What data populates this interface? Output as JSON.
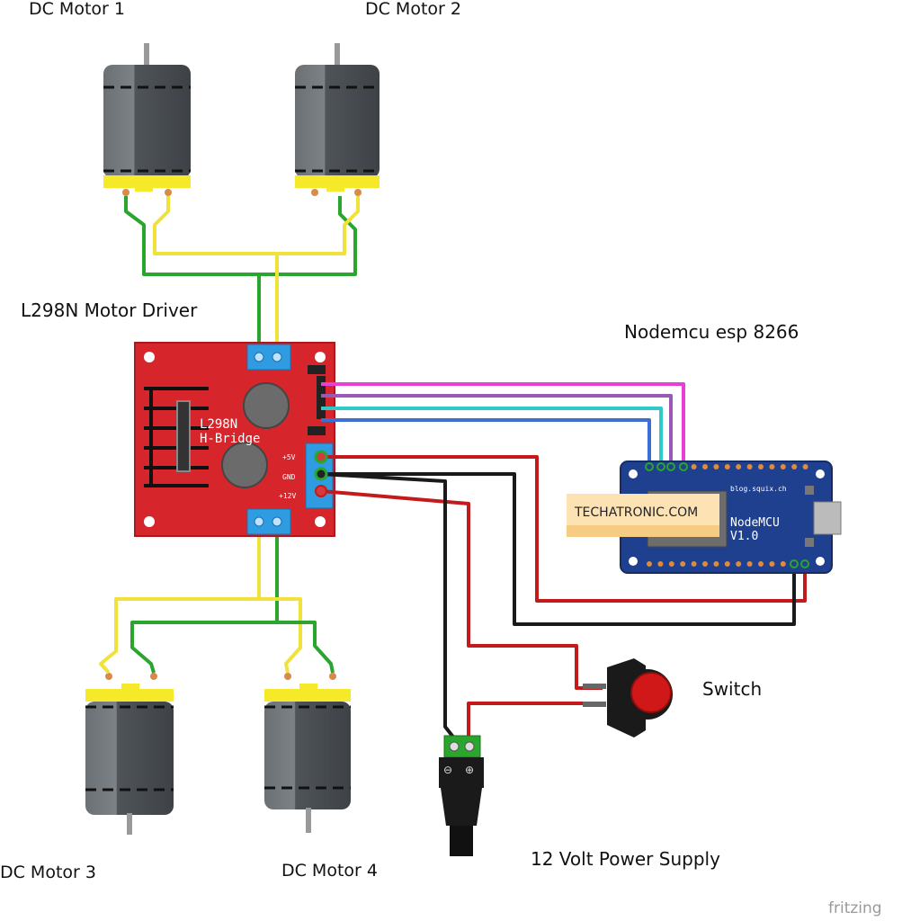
{
  "labels": {
    "motor1": "DC Motor 1",
    "motor2": "DC Motor 2",
    "motor3": "DC Motor 3",
    "motor4": "DC Motor 4",
    "driver": "L298N Motor Driver",
    "nodemcu": "Nodemcu esp 8266",
    "switch": "Switch",
    "power": "12 Volt Power Supply",
    "brand": "fritzing"
  },
  "driver_board": {
    "chip_line1": "L298N",
    "chip_line2": "H-Bridge",
    "pin_5v": "+5V",
    "pin_gnd": "GND",
    "pin_12v": "+12V"
  },
  "nodemcu_board": {
    "title_line1": "NodeMCU",
    "title_line2": "V1.0",
    "site": "blog.squix.ch",
    "watermark": "TECHATRONIC.COM"
  },
  "power_jack": {
    "minus": "⊖",
    "plus": "⊕"
  },
  "colors": {
    "driver_red": "#d7262b",
    "nodemcu_blue": "#1f3f8f",
    "wire_red": "#c41a1a",
    "wire_black": "#1a1a1a",
    "wire_green": "#2aa52e",
    "wire_yellow": "#f0e23a",
    "wire_magenta": "#e83fd8",
    "wire_purple": "#9b59b6",
    "wire_cyan": "#2ec9c9",
    "wire_blue": "#3c6fd6",
    "motor_gray": "#555a5e",
    "motor_yellow": "#f5e92a",
    "switch_red": "#d11818",
    "terminal_blue": "#2f9be0"
  }
}
